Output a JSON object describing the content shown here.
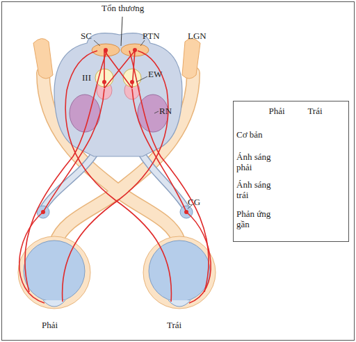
{
  "diagram": {
    "nodes": [
      {
        "text": [
          "Phải",
          "Trái",
          "Cơ bản",
          "Ánh sáng phải",
          "Ánh sáng trái",
          "Phản ứng gần"
        ]
      }
    ],
    "labels": [
      "Tổn thương",
      "SC",
      "PTN",
      "LGN",
      "III",
      "EW",
      "RN",
      "CG",
      "Phải",
      "Trái"
    ]
  }
}
